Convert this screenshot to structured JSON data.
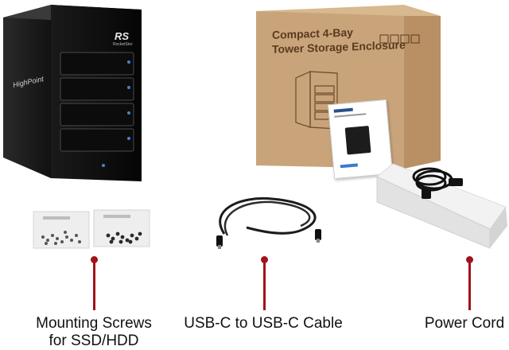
{
  "enclosure": {
    "brand_logo": "RS",
    "brand_sub": "RocketStor",
    "side_logo": "HighPoint"
  },
  "box": {
    "title_line1": "Compact 4-Bay",
    "title_line2": "Tower Storage Enclosure"
  },
  "items": [
    {
      "caption_line1": "Mounting Screws",
      "caption_line2": "for SSD/HDD"
    },
    {
      "caption_line1": "USB-C to USB-C Cable",
      "caption_line2": ""
    },
    {
      "caption_line1": "Power Cord",
      "caption_line2": ""
    }
  ],
  "colors": {
    "pin": "#a1121b",
    "box": "#c9a47a"
  }
}
